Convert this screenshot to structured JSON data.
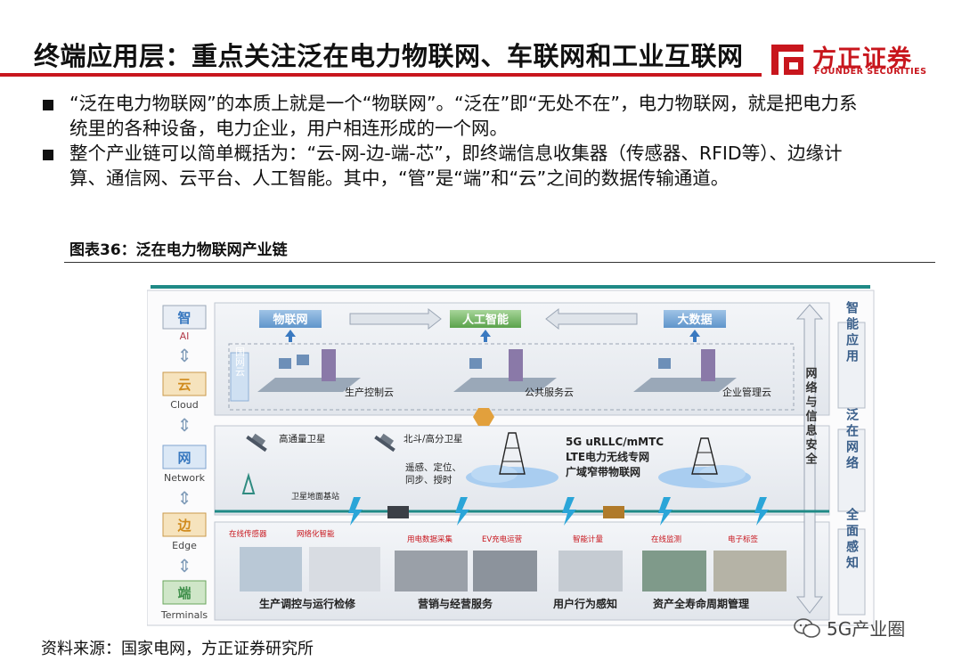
{
  "header": {
    "title": "终端应用层：重点关注泛在电力物联网、车联网和工业互联网",
    "logo_cn": "方正证券",
    "logo_en": "FOUNDER SECURITIES"
  },
  "bullets": [
    "“泛在电力物联网”的本质上就是一个“物联网”。“泛在”即“无处不在”，电力物联网，就是把电力系统里的各种设备，电力企业，用户相连形成的一个网。",
    "整个产业链可以简单概括为：“云-网-边-端-芯”，即终端信息收集器（传感器、RFID等）、边缘计算、通信网、云平台、人工智能。其中，“管”是“端”和“云”之间的数据传输通道。"
  ],
  "figure": {
    "caption": "图表36：泛在电力物联网产业链",
    "left_labels": [
      {
        "cn": "智",
        "en": "AI",
        "color": "#b23a48"
      },
      {
        "cn": "云",
        "en": "Cloud",
        "color": "#d08a1c"
      },
      {
        "cn": "网",
        "en": "Network",
        "color": "#3a79c0"
      },
      {
        "cn": "边",
        "en": "Edge",
        "color": "#d08a1c"
      },
      {
        "cn": "端",
        "en": "Terminals",
        "color": "#3f8f4a"
      }
    ],
    "right_labels": [
      "智能应用",
      "泛在网络",
      "全面感知"
    ],
    "security_label": "网络与信息安全",
    "top_boxes": [
      "物联网",
      "人工智能",
      "大数据"
    ],
    "side_box": "国网云",
    "clouds": [
      "生产控制云",
      "公共服务云",
      "企业管理云"
    ],
    "satellites": [
      "高通量卫星",
      "北斗/高分卫星"
    ],
    "sat_services": [
      "遥感、定位、",
      "同步、授时"
    ],
    "ground_station": "卫星地面基站",
    "network_text": [
      "5G uRLLC/mMTC",
      "LTE电力无线专网",
      "广域窄带物联网"
    ],
    "device_tags": [
      "在线传感器",
      "网络化智能",
      "用电数据采集",
      "EV充电运营",
      "智能计量",
      "在线监测",
      "电子标签"
    ],
    "bottom_labels": [
      "生产调控与运行检修",
      "营销与经营服务",
      "用户行为感知",
      "资产全寿命周期管理"
    ]
  },
  "source": "资料来源：国家电网，方正证券研究所",
  "watermark": "5G产业圈"
}
